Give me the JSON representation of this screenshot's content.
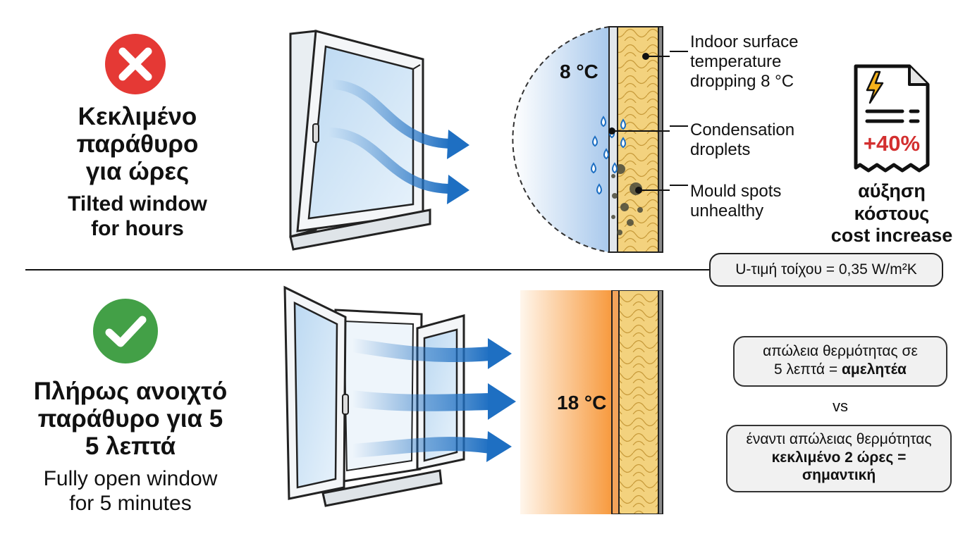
{
  "colors": {
    "bad": "#e53935",
    "good": "#43a047",
    "arrow": "#1e6fc2",
    "insulation": "#f3d27e",
    "warm": "#f79a3e",
    "cold": "#c9ddf3",
    "alert": "#d32f2f"
  },
  "icons": {
    "bad": "cross-icon",
    "good": "check-icon",
    "bill": "lightning-bill-icon"
  },
  "tilted": {
    "title_lines": [
      "Κεκλιμένο",
      "παράθυρο",
      "για ώρες"
    ],
    "subtitle_lines": [
      "Tilted window",
      "for hours"
    ],
    "temperature": "8 °C",
    "callouts": {
      "temperature": [
        "Indoor surface",
        "temperature",
        "dropping 8 °C"
      ],
      "condensation": [
        "Condensation",
        "droplets"
      ],
      "mould": [
        "Mould spots",
        "unhealthy"
      ]
    },
    "bill": {
      "percent": "+40%",
      "label_lines": [
        "αύξηση",
        "κόστους",
        "cost increase"
      ]
    }
  },
  "u_value": "U-τιμή τοίχου = 0,35 W/m²K",
  "open": {
    "title_lines": [
      "Πλήρως ανοιχτό",
      "παράθυρο για 5",
      "5 λεπτά"
    ],
    "subtitle_lines": [
      "Fully open window",
      "for 5 minutes"
    ],
    "temperature": "18 °C",
    "comparison": {
      "box1": {
        "line1": "απώλεια θερμότητας σε",
        "line2_plain": "5 λεπτά = ",
        "line2_bold": "αμελητέα"
      },
      "vs": "vs",
      "box2": {
        "line1": "έναντι απώλειας θερμότητας",
        "line2_bold": "κεκλιμένο 2 ώρες =",
        "line3_bold": "σημαντική"
      }
    }
  }
}
